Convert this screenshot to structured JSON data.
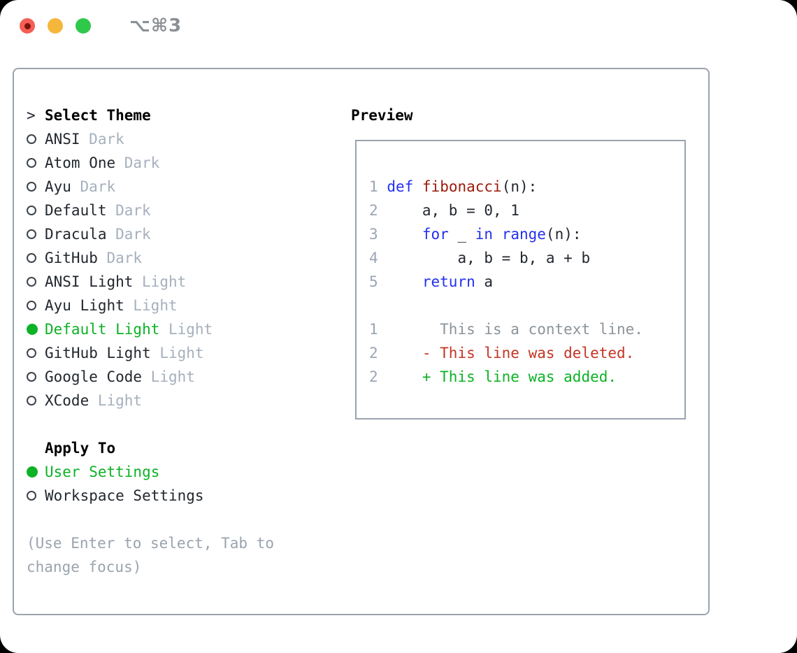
{
  "window": {
    "title": "⌥⌘3"
  },
  "traffic_lights": {
    "red": "#f45e54",
    "red_dot": "#7c120b",
    "yellow": "#f5b63c",
    "green": "#30c84b"
  },
  "colors": {
    "accent_green": "#0db226",
    "keyword_blue": "#2230ee",
    "function_red": "#9c1a0b",
    "deleted_red": "#c43523",
    "added_green": "#0db226",
    "context_gray": "#8b949b",
    "line_number_gray": "#9aa5b4",
    "tag_gray": "#a6b0bd",
    "border_gray": "#9aa3ae",
    "text_dark": "#22272e"
  },
  "theme_selector": {
    "header": {
      "prompt": ">",
      "label": "Select Theme"
    },
    "items": [
      {
        "name": "ANSI",
        "tag": "Dark",
        "selected": false
      },
      {
        "name": "Atom One",
        "tag": "Dark",
        "selected": false
      },
      {
        "name": "Ayu",
        "tag": "Dark",
        "selected": false
      },
      {
        "name": "Default",
        "tag": "Dark",
        "selected": false
      },
      {
        "name": "Dracula",
        "tag": "Dark",
        "selected": false
      },
      {
        "name": "GitHub",
        "tag": "Dark",
        "selected": false
      },
      {
        "name": "ANSI Light",
        "tag": "Light",
        "selected": false
      },
      {
        "name": "Ayu Light",
        "tag": "Light",
        "selected": false
      },
      {
        "name": "Default Light",
        "tag": "Light",
        "selected": true
      },
      {
        "name": "GitHub Light",
        "tag": "Light",
        "selected": false
      },
      {
        "name": "Google Code",
        "tag": "Light",
        "selected": false
      },
      {
        "name": "XCode",
        "tag": "Light",
        "selected": false
      }
    ]
  },
  "apply_to": {
    "label": "Apply To",
    "options": [
      {
        "name": "User Settings",
        "selected": true
      },
      {
        "name": "Workspace Settings",
        "selected": false
      }
    ]
  },
  "hint": "(Use Enter to select, Tab to change focus)",
  "preview": {
    "label": "Preview",
    "lines": [
      {
        "num": "1",
        "segments": [
          {
            "t": " ",
            "c": "p"
          },
          {
            "t": "def",
            "c": "kw"
          },
          {
            "t": " ",
            "c": "p"
          },
          {
            "t": "fibonacci",
            "c": "fn"
          },
          {
            "t": "(n):",
            "c": "p"
          }
        ]
      },
      {
        "num": "2",
        "segments": [
          {
            "t": "     a, b = 0, 1",
            "c": "p"
          }
        ]
      },
      {
        "num": "3",
        "segments": [
          {
            "t": "     ",
            "c": "p"
          },
          {
            "t": "for",
            "c": "kw"
          },
          {
            "t": " _ ",
            "c": "p"
          },
          {
            "t": "in",
            "c": "kw"
          },
          {
            "t": " ",
            "c": "p"
          },
          {
            "t": "range",
            "c": "kw"
          },
          {
            "t": "(n):",
            "c": "p"
          }
        ]
      },
      {
        "num": "4",
        "segments": [
          {
            "t": "         a, b = b, a + b",
            "c": "p"
          }
        ]
      },
      {
        "num": "5",
        "segments": [
          {
            "t": "     ",
            "c": "p"
          },
          {
            "t": "return",
            "c": "kw"
          },
          {
            "t": " a",
            "c": "p"
          }
        ]
      },
      {
        "num": "",
        "segments": []
      },
      {
        "num": "1",
        "segments": [
          {
            "t": "       This is a context line.",
            "c": "ctx"
          }
        ]
      },
      {
        "num": "2",
        "segments": [
          {
            "t": "     - This line was deleted.",
            "c": "del"
          }
        ]
      },
      {
        "num": "2",
        "segments": [
          {
            "t": "     + This line was added.",
            "c": "add"
          }
        ]
      }
    ]
  }
}
